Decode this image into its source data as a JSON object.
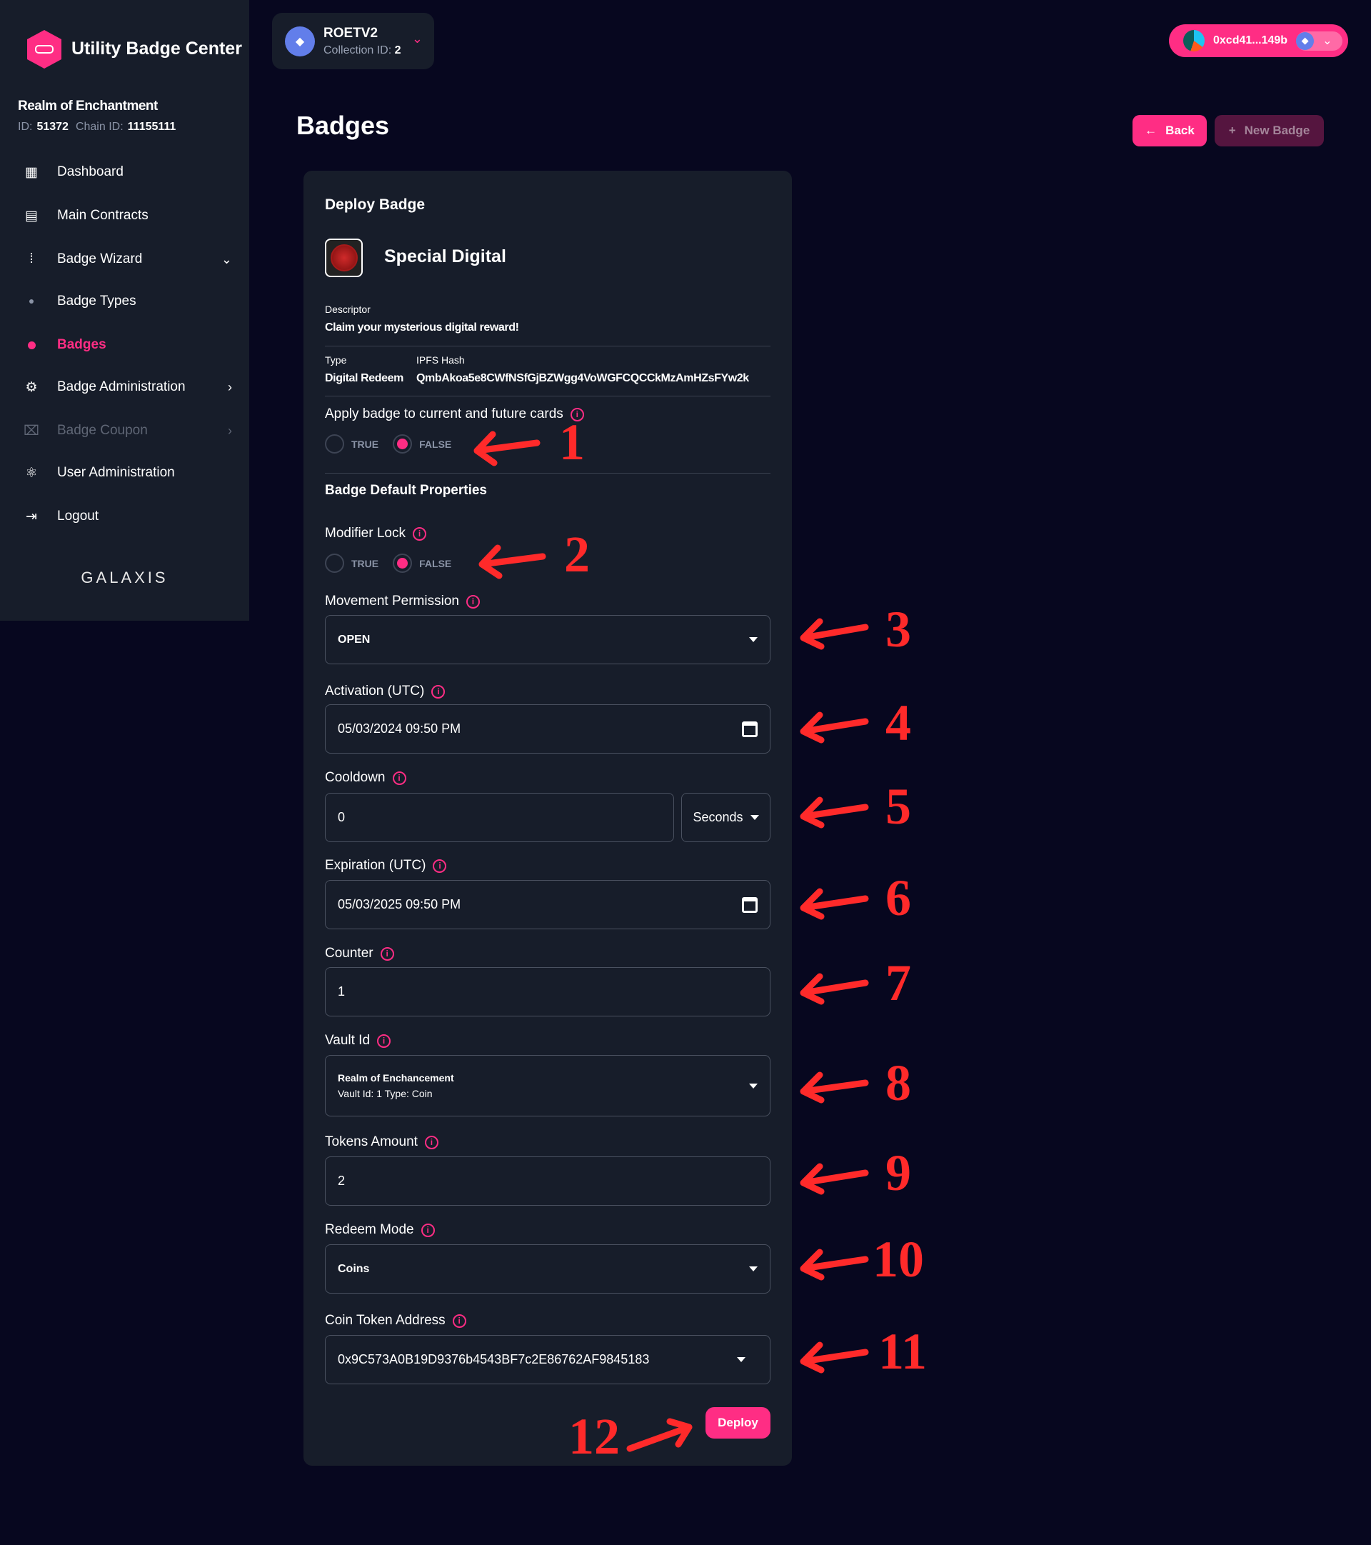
{
  "sidebar": {
    "app_title": "Utility Badge Center",
    "realm": "Realm of Enchantment",
    "id_label": "ID:",
    "id": "51372",
    "chain_label": "Chain ID:",
    "chain_id": "11155111",
    "items": [
      {
        "label": "Dashboard"
      },
      {
        "label": "Main Contracts"
      },
      {
        "label": "Badge Wizard"
      },
      {
        "label": "Badge Types"
      },
      {
        "label": "Badges"
      },
      {
        "label": "Badge Administration"
      },
      {
        "label": "Badge Coupon"
      },
      {
        "label": "User Administration"
      },
      {
        "label": "Logout"
      }
    ],
    "footer_logo": "GALAXIS"
  },
  "header": {
    "collection_name": "ROETV2",
    "collection_label": "Collection ID:",
    "collection_id": "2",
    "wallet": "0xcd41...149b"
  },
  "page": {
    "title": "Badges",
    "back": "Back",
    "new_badge": "New Badge"
  },
  "card": {
    "title": "Deploy Badge",
    "badge_name": "Special Digital",
    "descriptor_label": "Descriptor",
    "descriptor": "Claim your mysterious digital reward!",
    "type_label": "Type",
    "type": "Digital Redeem",
    "ipfs_label": "IPFS Hash",
    "ipfs": "QmbAkoa5e8CWfNSfGjBZWgg4VoWGFCQCCkMzAmHZsFYw2k",
    "apply_label": "Apply badge to current and future cards",
    "true": "TRUE",
    "false": "FALSE",
    "apply_value": "FALSE",
    "defaults_title": "Badge Default Properties",
    "modifier_label": "Modifier Lock",
    "modifier_value": "FALSE",
    "movement_label": "Movement Permission",
    "movement": "OPEN",
    "activation_label": "Activation (UTC)",
    "activation": "05/03/2024 09:50 PM",
    "cooldown_label": "Cooldown",
    "cooldown": "0",
    "cooldown_unit": "Seconds",
    "expiration_label": "Expiration (UTC)",
    "expiration": "05/03/2025 09:50 PM",
    "counter_label": "Counter",
    "counter": "1",
    "vault_label": "Vault Id",
    "vault_name": "Realm of Enchancement",
    "vault_detail": "Vault Id: 1 Type: Coin",
    "tokens_label": "Tokens Amount",
    "tokens": "2",
    "redeem_label": "Redeem Mode",
    "redeem": "Coins",
    "coin_label": "Coin Token Address",
    "coin": "0x9C573A0B19D9376b4543BF7c2E86762AF9845183",
    "deploy": "Deploy"
  },
  "annotations": [
    "1",
    "2",
    "3",
    "4",
    "5",
    "6",
    "7",
    "8",
    "9",
    "10",
    "11",
    "12"
  ],
  "colors": {
    "accent": "#ff2d84",
    "bg": "#07071f",
    "panel": "#171d2a",
    "annotation": "#ff2a2a"
  }
}
